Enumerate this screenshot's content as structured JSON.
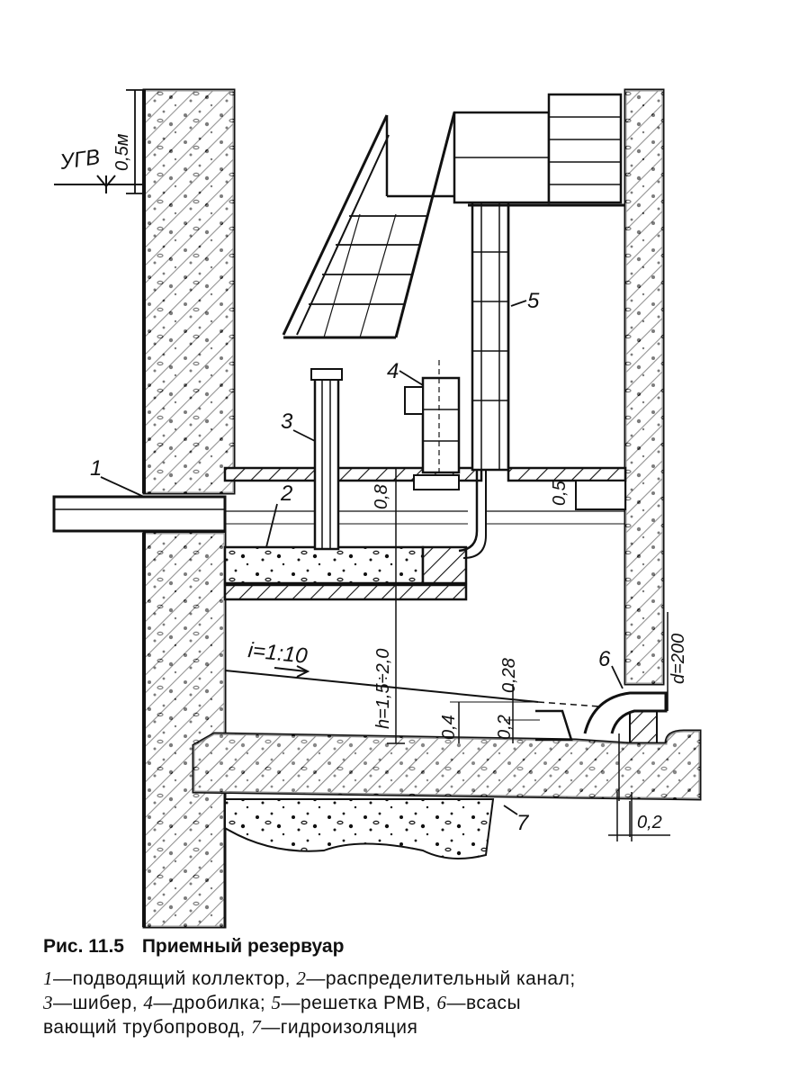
{
  "figure": {
    "caption_number": "Рис. 11.5",
    "caption_title": "Приемный резервуар",
    "legend_html": "<i>1</i>—подводящий коллектор, <i>2</i>—распределительный канал;<br><i>3</i>—шибер, <i>4</i>—дробилка; <i>5</i>—решетка РМВ, <i>6</i>—всасы<br>вающий трубопровод, <i>7</i>—гидроизоляция"
  },
  "labels": {
    "callout_1": "1",
    "callout_2": "2",
    "callout_3": "3",
    "callout_4": "4",
    "callout_5": "5",
    "callout_6": "6",
    "callout_7": "7",
    "ugv": "УГВ",
    "dim_0_5m": "0,5м",
    "dim_0_8": "0,8",
    "dim_0_5": "0,5",
    "slope": "i=1:10",
    "dim_h": "h=1,5÷2,0",
    "dim_0_28": "0,28",
    "dim_0_4": "0,4",
    "dim_0_2_small": "0,2",
    "dim_d": "d=200",
    "dim_0_2": "0,2"
  },
  "colors": {
    "ink": "#111111",
    "paper": "#ffffff"
  }
}
